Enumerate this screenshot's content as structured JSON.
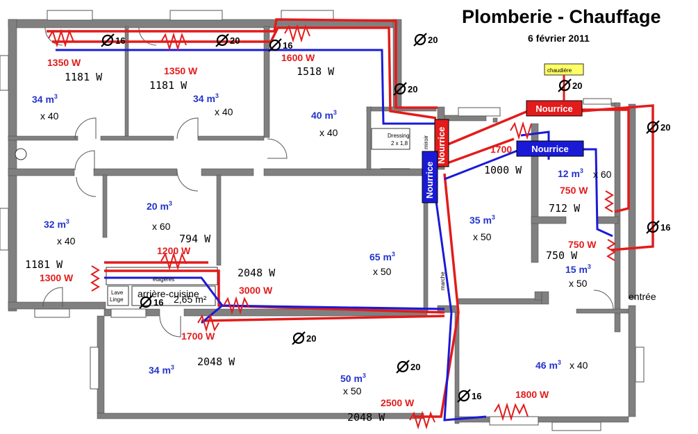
{
  "title": "Plomberie - Chauffage",
  "date": "6 février 2011",
  "chaudiere": "chaudière",
  "nourrice_label": "Nourrice",
  "entree": "entrée",
  "dressing": "Dressing",
  "dressing_dim": "2 x 1,8",
  "miroir": "miroir",
  "marche": "marche",
  "etageres": "étagères",
  "lave_linge_1": "Lave",
  "lave_linge_2": "Linge",
  "arriere_cuisine": "arrière-cuisine",
  "arriere_cuisine_area": "2,65 m²",
  "m3_unit": "m",
  "m3_exp": "3",
  "red_powers": [
    "1350 W",
    "1350 W",
    "1600 W",
    "1700",
    "750 W",
    "750 W",
    "1200 W",
    "3000 W",
    "1300 W",
    "1700 W",
    "2500 W",
    "1800 W"
  ],
  "black_powers": [
    "1181 W",
    "1181 W",
    "1518 W",
    "1000 W",
    "712 W",
    "750 W",
    "794 W",
    "2048 W",
    "1181 W",
    "2048 W",
    "2048 W"
  ],
  "volumes": [
    "34",
    "34",
    "40",
    "12",
    "32",
    "20",
    "65",
    "35",
    "15",
    "34",
    "50",
    "46"
  ],
  "multipliers": [
    "x 40",
    "x 40",
    "x 40",
    "x 60",
    "x 40",
    "x 60",
    "x 50",
    "x 50",
    "x 50",
    "x 50",
    "x 40"
  ],
  "diameters": [
    "16",
    "20",
    "16",
    "20",
    "20",
    "20",
    "20",
    "16",
    "16",
    "20",
    "20",
    "16"
  ]
}
